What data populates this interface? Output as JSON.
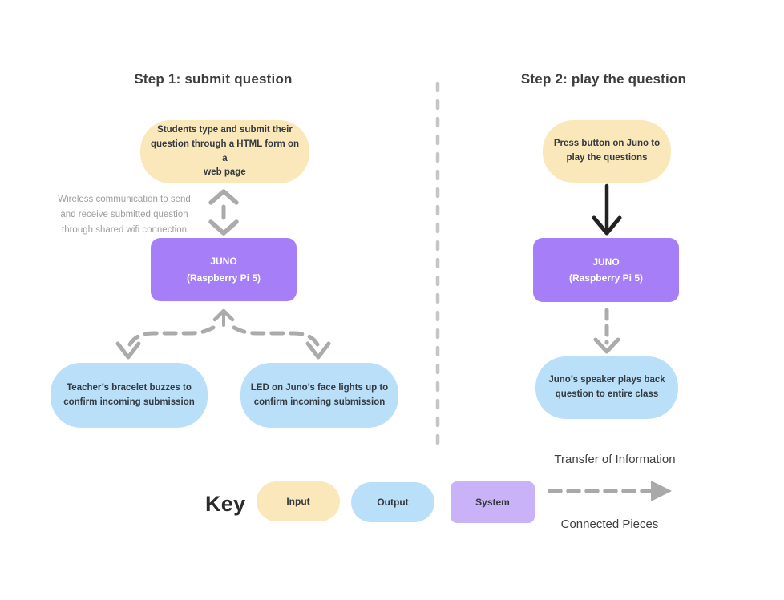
{
  "step1": {
    "title": "Step 1: submit question",
    "input_lines": [
      "Students type and submit their",
      "question through a HTML form on a",
      "web page"
    ],
    "wireless_note_lines": [
      "Wireless communication to send",
      "and receive submitted question",
      "through shared wifi connection"
    ],
    "system_lines": [
      "JUNO",
      "(Raspberry Pi 5)"
    ],
    "output_left_lines": [
      "Teacher’s bracelet buzzes to",
      "confirm incoming submission"
    ],
    "output_right_lines": [
      "LED on Juno’s face lights up  to",
      "confirm incoming submission"
    ]
  },
  "step2": {
    "title": "Step 2: play the question",
    "input_lines": [
      "Press button on Juno to",
      "play the questions"
    ],
    "system_lines": [
      "JUNO",
      "(Raspberry Pi 5)"
    ],
    "output_lines": [
      "Juno’s speaker plays back",
      "question to entire class"
    ]
  },
  "key": {
    "label": "Key",
    "input_label": "Input",
    "output_label": "Output",
    "system_label": "System",
    "transfer_label": "Transfer of Information",
    "connected_label": "Connected Pieces"
  },
  "colors": {
    "input_fill": "#FAE7BA",
    "output_fill": "#BADFF9",
    "system_fill": "#A67EF8",
    "key_system_fill": "#C9B2F7",
    "arrow_gray": "#ABABAB",
    "divider_gray": "#C6C6C6",
    "black_arrow": "#222222",
    "title_text": "#3D3D3D",
    "note_text": "#9E9E9E"
  }
}
